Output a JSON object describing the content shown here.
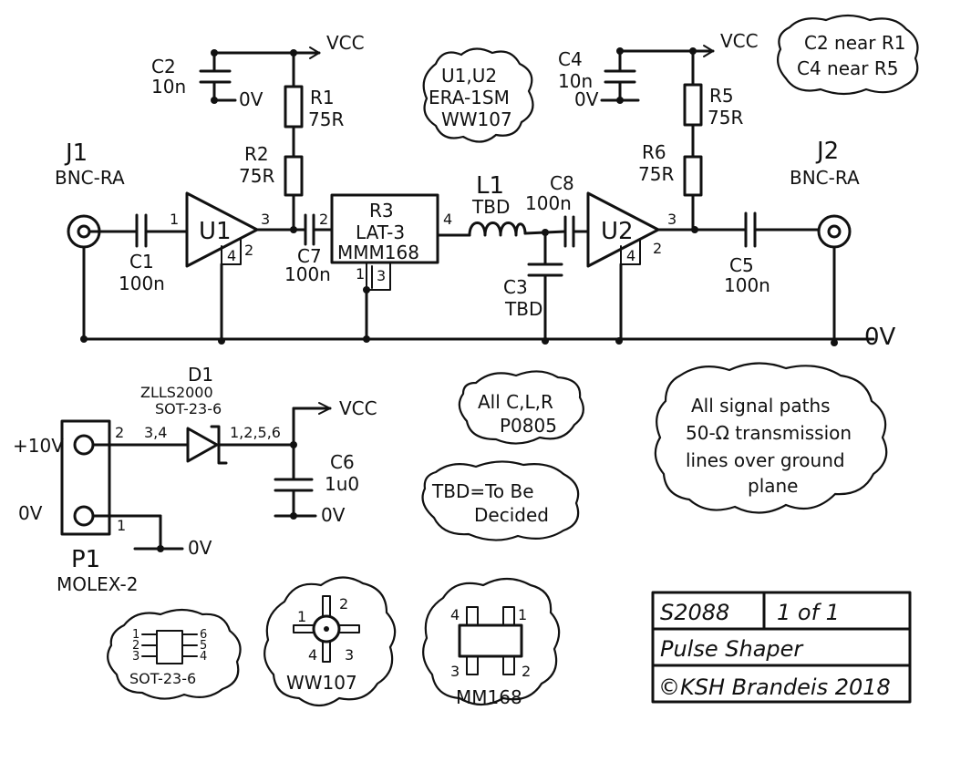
{
  "rails": {
    "vcc": "VCC",
    "gnd": "0V"
  },
  "j1": {
    "ref": "J1",
    "type": "BNC-RA"
  },
  "j2": {
    "ref": "J2",
    "type": "BNC-RA"
  },
  "c1": {
    "ref": "C1",
    "value": "100n"
  },
  "c2": {
    "ref": "C2",
    "value": "10n",
    "gnd": "0V"
  },
  "c3": {
    "ref": "C3",
    "value": "TBD"
  },
  "c4": {
    "ref": "C4",
    "value": "10n",
    "gnd": "0V"
  },
  "c5": {
    "ref": "C5",
    "value": "100n"
  },
  "c6": {
    "ref": "C6",
    "value": "1u0",
    "gnd": "0V"
  },
  "c7": {
    "ref": "C7",
    "value": "100n"
  },
  "c8": {
    "ref": "C8",
    "value": "100n"
  },
  "r1": {
    "ref": "R1",
    "value": "75R"
  },
  "r2": {
    "ref": "R2",
    "value": "75R"
  },
  "r5": {
    "ref": "R5",
    "value": "75R"
  },
  "r6": {
    "ref": "R6",
    "value": "75R"
  },
  "r3": {
    "ref": "R3",
    "part": "LAT-3",
    "package": "MMM168",
    "pin_in": "2",
    "pin_out": "4",
    "pin_g1": "1",
    "pin_g2": "3"
  },
  "l1": {
    "ref": "L1",
    "value": "TBD"
  },
  "u1": {
    "ref": "U1",
    "pin_in": "1",
    "pin_out": "3",
    "pin_g1": "4",
    "pin_g2": "2"
  },
  "u2": {
    "ref": "U2",
    "pin_out": "3",
    "pin_g1": "4",
    "pin_g2": "2"
  },
  "d1": {
    "ref": "D1",
    "part": "ZLLS2000",
    "package": "SOT-23-6",
    "pins_in": "3,4",
    "pins_out": "1,2,5,6"
  },
  "p1": {
    "ref": "P1",
    "type": "MOLEX-2",
    "pin1_label": "+10V",
    "pin2_label": "0V",
    "pin1": "2",
    "pin2": "1",
    "gnd": "0V"
  },
  "power_out": "VCC",
  "notes": {
    "amp_part": [
      "U1,U2",
      "ERA-1SM",
      "WW107"
    ],
    "placement": [
      "C2 near R1",
      "C4 near R5"
    ],
    "smd": [
      "All C,L,R",
      "P0805"
    ],
    "tbd": [
      "TBD=To Be",
      "Decided"
    ],
    "tline": [
      "All signal paths",
      "50-Ω transmission",
      "lines over ground",
      "plane"
    ]
  },
  "packages": {
    "sot": {
      "name": "SOT-23-6",
      "pins": [
        "1",
        "2",
        "3",
        "6",
        "5",
        "4"
      ]
    },
    "ww": {
      "name": "WW107",
      "pins": [
        "1",
        "2",
        "3",
        "4"
      ]
    },
    "mm": {
      "name": "MM168",
      "pins": [
        "4",
        "1",
        "3",
        "2"
      ]
    }
  },
  "title_block": {
    "drawing_no": "S2088",
    "sheet": "1 of 1",
    "title": "Pulse Shaper",
    "copyright": "©KSH Brandeis 2018"
  }
}
